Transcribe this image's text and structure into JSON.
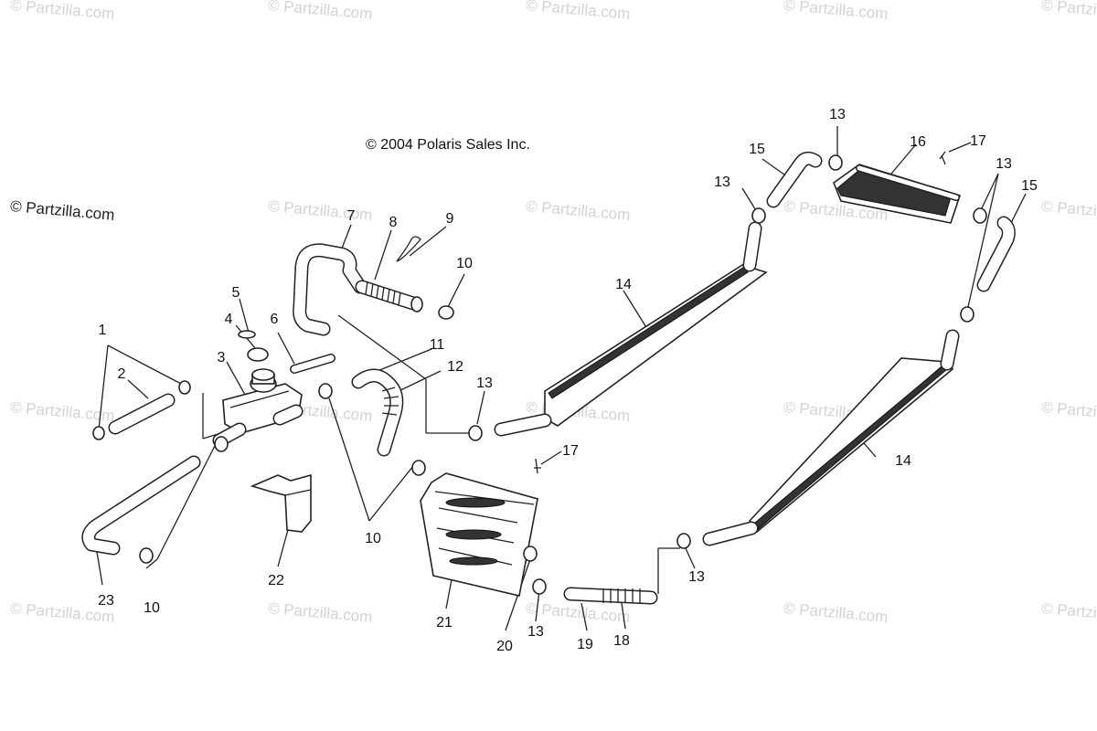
{
  "diagram": {
    "copyright": "© 2004 Polaris Sales Inc.",
    "watermark": "© Partzilla.com",
    "callouts": {
      "c1": "1",
      "c2": "2",
      "c3": "3",
      "c4": "4",
      "c5": "5",
      "c6": "6",
      "c7": "7",
      "c8": "8",
      "c9": "9",
      "c10a": "10",
      "c10b": "10",
      "c10c": "10",
      "c11": "11",
      "c12": "12",
      "c13a": "13",
      "c13b": "13",
      "c13c": "13",
      "c13d": "13",
      "c13e": "13",
      "c13f": "13",
      "c14a": "14",
      "c14b": "14",
      "c15a": "15",
      "c15b": "15",
      "c16": "16",
      "c17a": "17",
      "c17b": "17",
      "c18": "18",
      "c19": "19",
      "c20": "20",
      "c21": "21",
      "c22": "22",
      "c23": "23"
    }
  }
}
